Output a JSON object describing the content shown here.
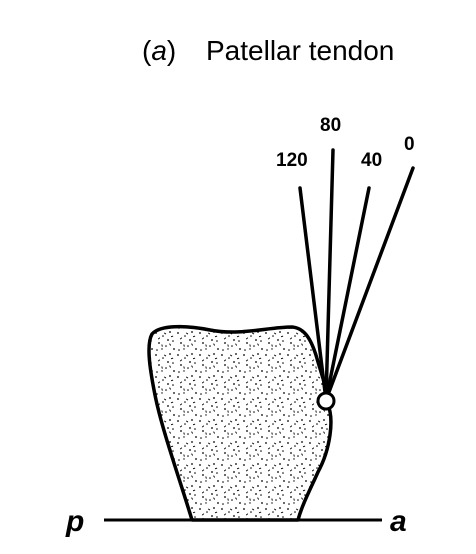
{
  "figure": {
    "title_letter": "a",
    "title_text": "Patellar tendon",
    "angles": [
      {
        "label": "120",
        "value": 120
      },
      {
        "label": "80",
        "value": 80
      },
      {
        "label": "40",
        "value": 40
      },
      {
        "label": "0",
        "value": 0
      }
    ],
    "axis_left": "p",
    "axis_right": "a"
  }
}
